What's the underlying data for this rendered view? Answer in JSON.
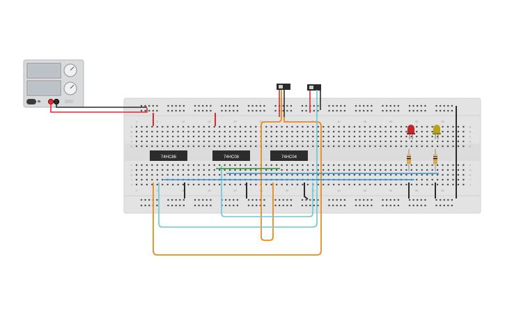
{
  "power_supply": {
    "labels": []
  },
  "chips": [
    {
      "label": "74HC86"
    },
    {
      "label": "74HC08"
    },
    {
      "label": "74HC04"
    }
  ],
  "breadboard": {
    "row_letters_top": [
      "A",
      "B",
      "C",
      "D",
      "E"
    ],
    "row_letters_bottom": [
      "F",
      "G",
      "H",
      "I",
      "J"
    ],
    "column_numbers": [
      "1",
      "5",
      "10",
      "15",
      "20",
      "25",
      "30",
      "35",
      "40",
      "45",
      "50",
      "55",
      "60"
    ]
  },
  "leds": [
    {
      "color": "#c0282a"
    },
    {
      "color": "#b8a21a"
    }
  ],
  "wire_colors": {
    "red": "#e0262e",
    "black": "#2a2a2a",
    "orange": "#e98a1a",
    "cyan": "#6cc6d4",
    "blue": "#2f8fd0",
    "green": "#3aa33a"
  }
}
